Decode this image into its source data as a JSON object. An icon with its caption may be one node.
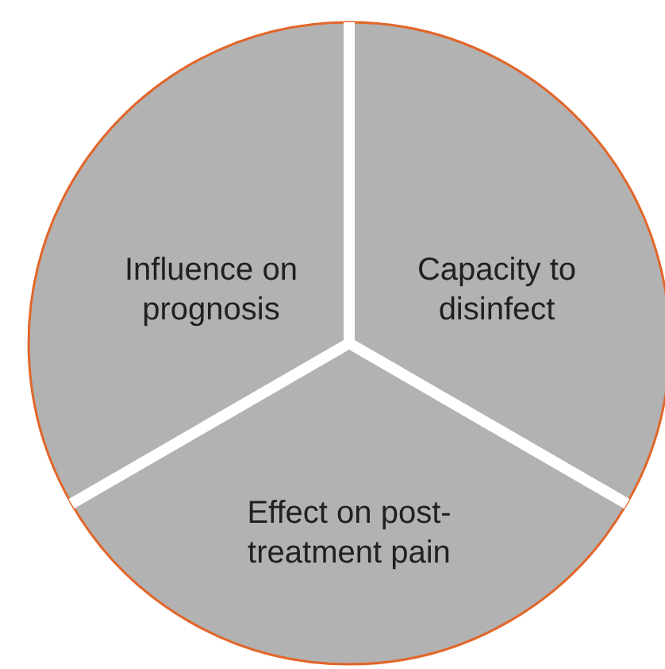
{
  "diagram": {
    "nodes": [
      {
        "text": [
          "Influence on prognosis"
        ]
      },
      {
        "text": [
          "Capacity to disinfect"
        ]
      },
      {
        "text": [
          "Effect on post-treatment pain"
        ]
      }
    ]
  }
}
